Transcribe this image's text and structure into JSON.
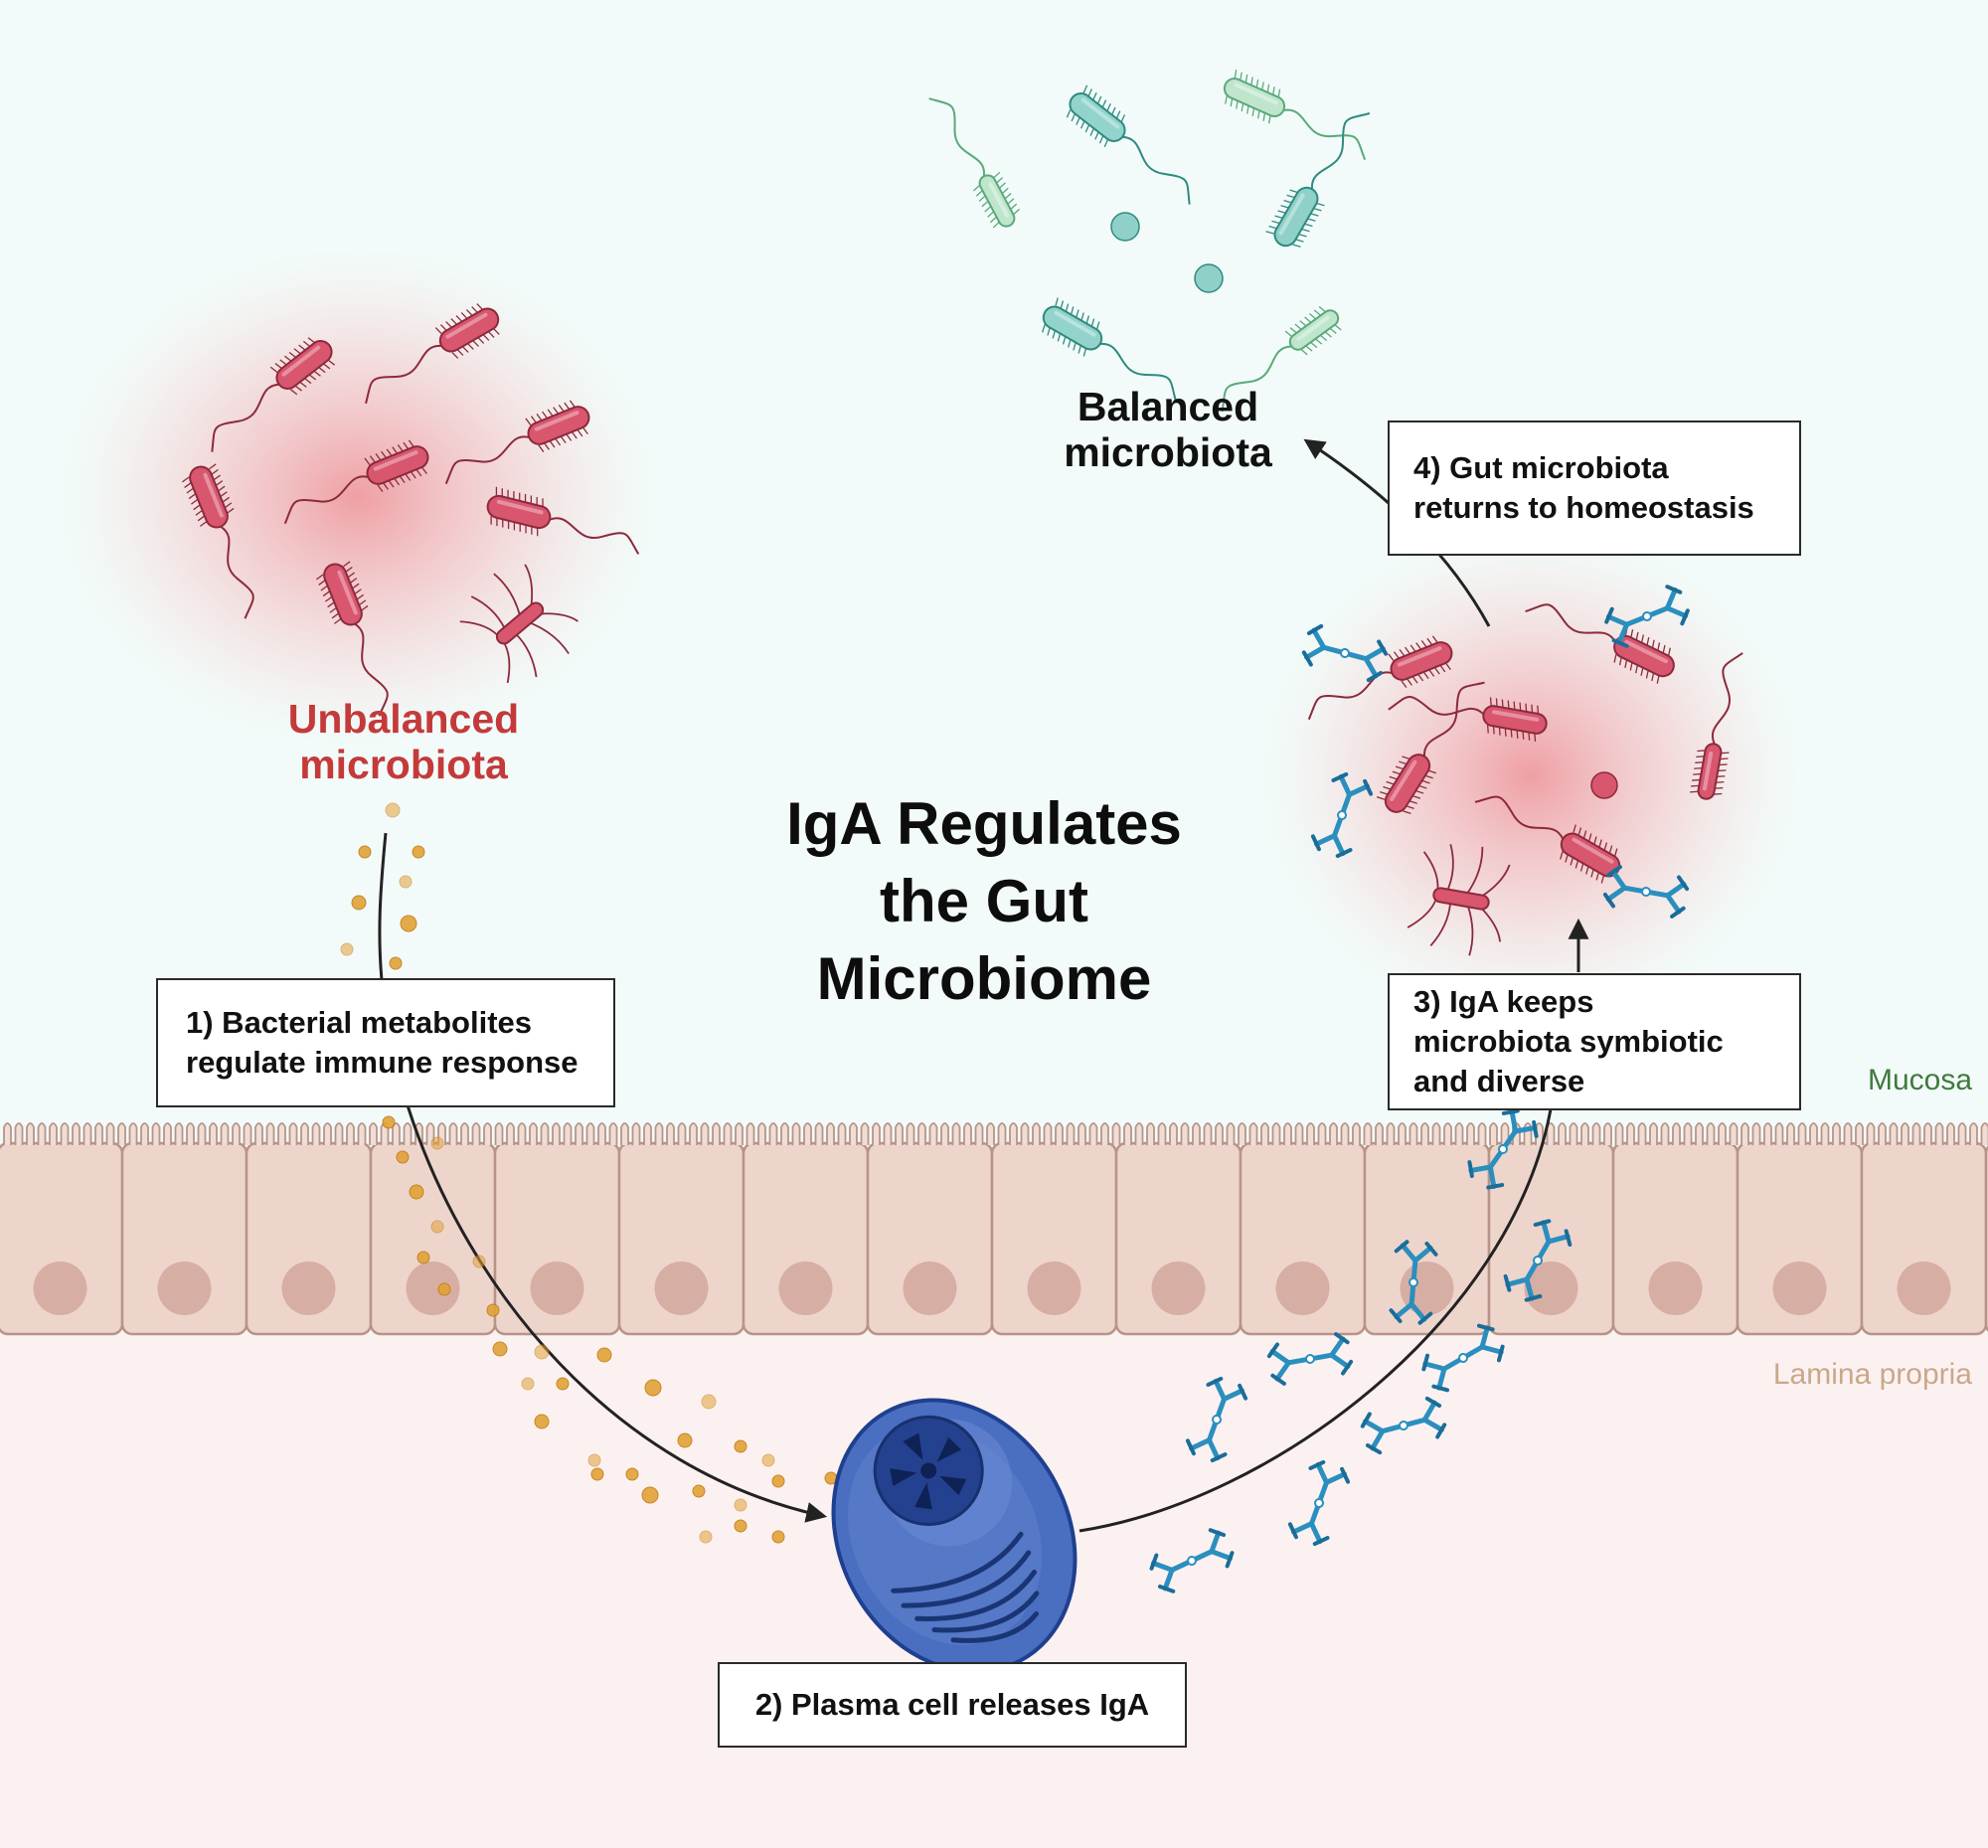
{
  "title": "IgA Regulates\nthe Gut\nMicrobiome",
  "labels": {
    "unbalanced": "Unbalanced\nmicrobiota",
    "balanced": "Balanced\nmicrobiota"
  },
  "regions": {
    "mucosa": "Mucosa",
    "lamina_propria": "Lamina propria"
  },
  "steps": [
    {
      "text": "1) Bacterial metabolites\nregulate immune response"
    },
    {
      "text": "2) Plasma cell releases IgA"
    },
    {
      "text": "3) IgA keeps\nmicrobiota symbiotic\nand diverse"
    },
    {
      "text": "4) Gut microbiota\nreturns to homeostasis"
    }
  ],
  "colors": {
    "mucosa_bg": "#f2fbf9",
    "lamina_bg": "#fcf1f1",
    "unbalanced_bacteria": "#d9566f",
    "balanced_bacteria": "#8fd2c9",
    "antibody": "#2a8fbf",
    "metabolite": "#e2a236",
    "plasma_cell": "#4a6ec0",
    "unbalanced_text": "#c43a3a",
    "mucosa_text": "#3f7a3f",
    "lamina_text": "#c9a88a"
  }
}
